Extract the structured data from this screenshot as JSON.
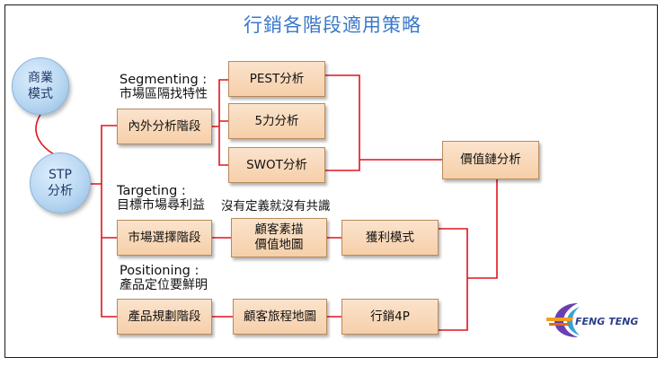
{
  "title": "行銷各階段適用策略",
  "nodes": {
    "business_model": {
      "line1": "商業",
      "line2": "模式"
    },
    "stp": {
      "line1": "STP",
      "line2": "分析"
    },
    "internal_external": "內外分析階段",
    "pest": "PEST分析",
    "five_forces": "5力分析",
    "swot": "SWOT分析",
    "value_chain": "價值鏈分析",
    "market_selection": "市場選擇階段",
    "customer_value": {
      "line1": "顧客素描",
      "line2": "價值地圖"
    },
    "profit_model": "獲利模式",
    "product_planning": "產品規劃階段",
    "customer_journey": "顧客旅程地圖",
    "marketing_4p": "行銷4P"
  },
  "labels": {
    "segmenting": {
      "en": "Segmenting :",
      "zh": "市場區隔找特性"
    },
    "targeting": {
      "en": "Targeting :",
      "zh": "目標市場尋利益"
    },
    "positioning": {
      "en": "Positioning :",
      "zh": "產品定位要鮮明"
    },
    "consensus_note": "沒有定義就沒有共識"
  },
  "logo": {
    "text": "FENG TENG"
  },
  "colors": {
    "connector": "#e0141e",
    "title": "#3a78c9",
    "box_fill": "#f8d8b8"
  }
}
